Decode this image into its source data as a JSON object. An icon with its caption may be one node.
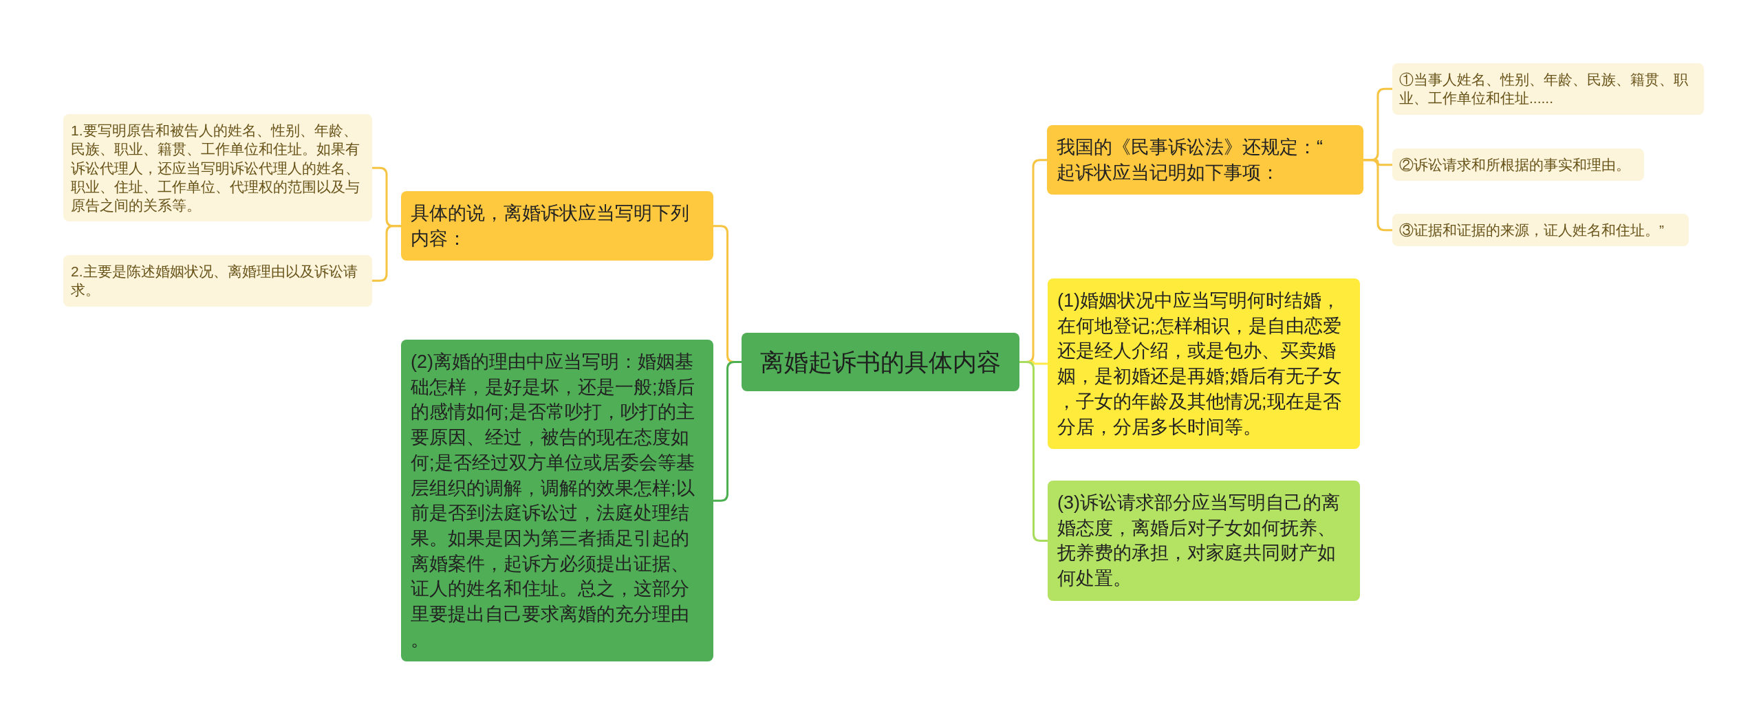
{
  "diagram": {
    "nodes": [
      {
        "text": [
          "离婚起诉书的具体内容"
        ]
      },
      {
        "text": [
          "具体的说，离婚诉状应当写明下列内容："
        ]
      },
      {
        "text": [
          "1.要写明原告和被告人的姓名、性别、年龄、民族、职业、籍贯、工作单位和住址。如果有诉讼代理人，还应当写明诉讼代理人的姓名、职业、住址、工作单位、代理权的范围以及与原告之间的关系等。"
        ]
      },
      {
        "text": [
          "2.主要是陈述婚姻状况、离婚理由以及诉讼请求。"
        ]
      },
      {
        "text": [
          "(2)离婚的理由中应当写明：婚姻基础怎样，是好是坏，还是一般;婚后的感情如何;是否常吵打，吵打的主要原因、经过，被告的现在态度如何;是否经过双方单位或居委会等基层组织的调解，调解的效果怎样;以前是否到法庭诉讼过，法庭处理结果。如果是因为第三者插足引起的离婚案件，起诉方必须提出证据、证人的姓名和住址。总之，这部分里要提出自己要求离婚的充分理由。"
        ]
      },
      {
        "text": [
          "我国的《民事诉讼法》还规定：“起诉状应当记明如下事项："
        ]
      },
      {
        "text": [
          "①当事人姓名、性别、年龄、民族、籍贯、职业、工作单位和住址......"
        ]
      },
      {
        "text": [
          "②诉讼请求和所根据的事实和理由。"
        ]
      },
      {
        "text": [
          "③证据和证据的来源，证人姓名和住址。”"
        ]
      },
      {
        "text": [
          "(1)婚姻状况中应当写明何时结婚，在何地登记;怎样相识，是自由恋爱还是经人介绍，或是包办、买卖婚姻，是初婚还是再婚;婚后有无子女，子女的年龄及其他情况;现在是否分居，分居多长时间等。"
        ]
      },
      {
        "text": [
          "(3)诉讼请求部分应当写明自己的离婚态度，离婚后对子女如何抚养、抚养费的承担，对家庭共同财产如何处置。"
        ]
      }
    ],
    "edges": [
      {
        "from": 0,
        "to": 1,
        "arrow": "none"
      },
      {
        "from": 1,
        "to": 2,
        "arrow": "none"
      },
      {
        "from": 1,
        "to": 3,
        "arrow": "none"
      },
      {
        "from": 0,
        "to": 4,
        "arrow": "none",
        "color": "#4caf50"
      },
      {
        "from": 0,
        "to": 5,
        "arrow": "none"
      },
      {
        "from": 5,
        "to": 6,
        "arrow": "none"
      },
      {
        "from": 5,
        "to": 7,
        "arrow": "none"
      },
      {
        "from": 5,
        "to": 8,
        "arrow": "none"
      },
      {
        "from": 0,
        "to": 9,
        "arrow": "none",
        "color": "#ffe94a"
      },
      {
        "from": 0,
        "to": 10,
        "arrow": "none",
        "color": "#a8dc5c"
      }
    ]
  }
}
